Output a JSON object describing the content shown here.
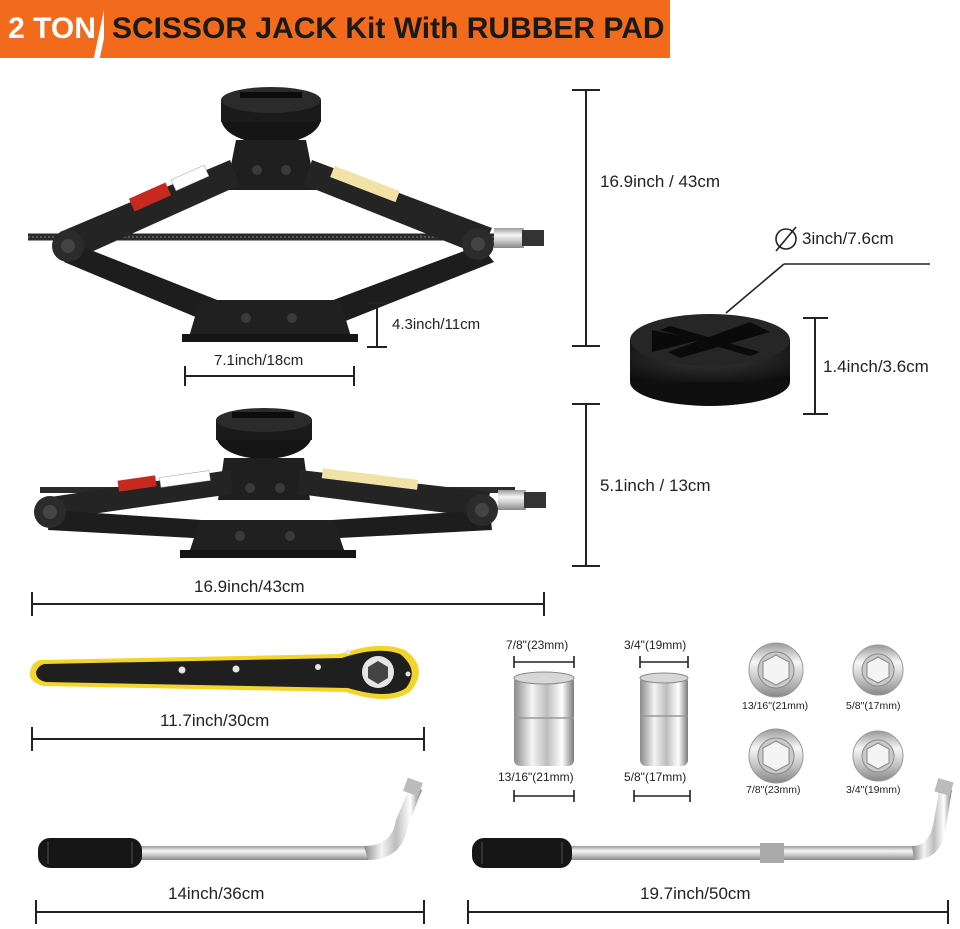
{
  "banner": {
    "tonnage": "2 TON",
    "title": "SCISSOR JACK Kit With RUBBER PAD"
  },
  "jack": {
    "max_height": "16.9inch / 43cm",
    "min_height": "5.1inch / 13cm",
    "length": "16.9inch/43cm",
    "base_width": "7.1inch/18cm",
    "base_height": "4.3inch/11cm"
  },
  "pad": {
    "diameter": "3inch/7.6cm",
    "height": "1.4inch/3.6cm"
  },
  "ratchet_wrench": {
    "length": "11.7inch/30cm"
  },
  "sockets": {
    "large_top": "7/8\"(23mm)",
    "large_bottom": "13/16\"(21mm)",
    "small_top": "3/4\"(19mm)",
    "small_bottom": "5/8\"(17mm)",
    "face_1": "13/16\"(21mm)",
    "face_2": "5/8\"(17mm)",
    "face_3": "7/8\"(23mm)",
    "face_4": "3/4\"(19mm)"
  },
  "handles": {
    "short": "14inch/36cm",
    "long": "19.7inch/50cm"
  },
  "colors": {
    "accent": "#f26a1b",
    "jack": "#1e1e1e",
    "wrench_outline": "#f2d42a"
  }
}
